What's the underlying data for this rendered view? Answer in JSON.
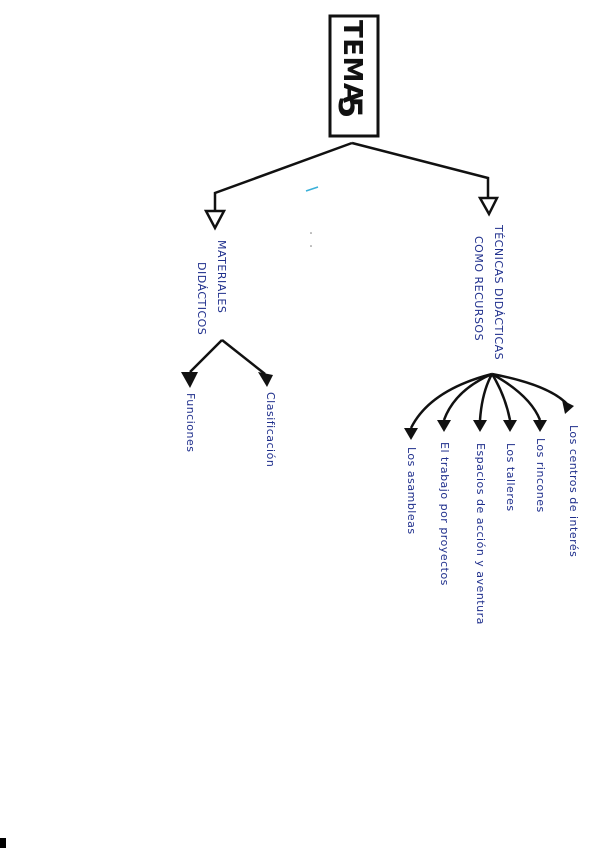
{
  "title": {
    "word": "TEMA",
    "number": "5"
  },
  "branches": [
    {
      "label_line1": "MATERIALES",
      "label_line2": "DIDÁCTICOS",
      "children": [
        "Funciones",
        "Clasificación"
      ]
    },
    {
      "label_line1": "TÉCNICAS DIDÁCTICAS",
      "label_line2": "COMO RECURSOS",
      "children": [
        "Los asambleas",
        "El trabajo por proyectos",
        "Espacios de acción y aventura",
        "Los talleres",
        "Los rincones",
        "Los centros de interés"
      ]
    }
  ],
  "colors": {
    "ink": "#111111",
    "pen_blue": "#1f2f8c"
  }
}
